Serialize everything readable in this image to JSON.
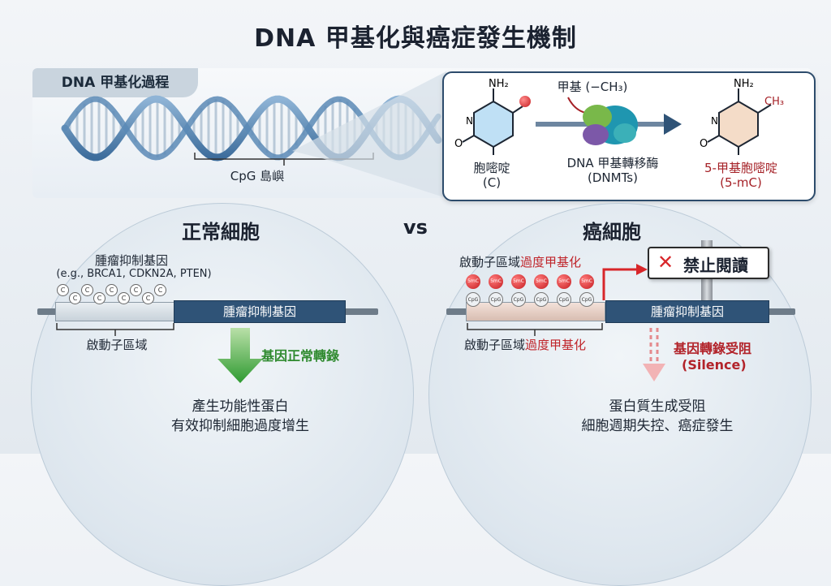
{
  "title": "DNA 甲基化與癌症發生機制",
  "process": {
    "tab_label": "DNA 甲基化過程",
    "cpg_island_label": "CpG 島嶼",
    "cytosine": {
      "name": "胞嘧啶",
      "abbr": "(C)",
      "nh2": "NH₂",
      "o": "O",
      "n": "N"
    },
    "methyl_label": "甲基 (−CH₃)",
    "enzyme": {
      "name": "DNA 甲基轉移酶",
      "abbr": "(DNMTs)"
    },
    "methylcytosine": {
      "name": "5-甲基胞嘧啶",
      "abbr": "(5-mC)",
      "ch3": "CH₃"
    }
  },
  "vs_label": "vs",
  "normal": {
    "title": "正常細胞",
    "gene_label": "腫瘤抑制基因",
    "gene_examples": "(e.g., BRCA1, CDKN2A, PTEN)",
    "c_mark": "C",
    "promoter_label": "啟動子區域",
    "gene_bar_label": "腫瘤抑制基因",
    "transcription_label": "基因正常轉錄",
    "result_line1": "產生功能性蛋白",
    "result_line2": "有效抑制細胞過度增生"
  },
  "cancer": {
    "title": "癌細胞",
    "promoter_top_prefix": "啟動子區域",
    "promoter_top_highlight": "過度甲基化",
    "sign_label": "禁止閱讀",
    "x_mark": "✕",
    "smc_mark": "5mC",
    "cpg_mark": "CpG",
    "gene_bar_label": "腫瘤抑制基因",
    "promoter_bottom_prefix": "啟動子區域",
    "promoter_bottom_highlight": "過度甲基化",
    "blocked_label": "基因轉錄受阻",
    "silence_label": "(Silence)",
    "result_line1": "蛋白質生成受阻",
    "result_line2": "細胞週期失控、癌症發生"
  },
  "colors": {
    "dna_blue": "#4a7aa8",
    "gene_navy": "#2f5377",
    "methyl_red": "#d8262a",
    "green_arrow": "#3aa23a",
    "red_text": "#a52127"
  }
}
